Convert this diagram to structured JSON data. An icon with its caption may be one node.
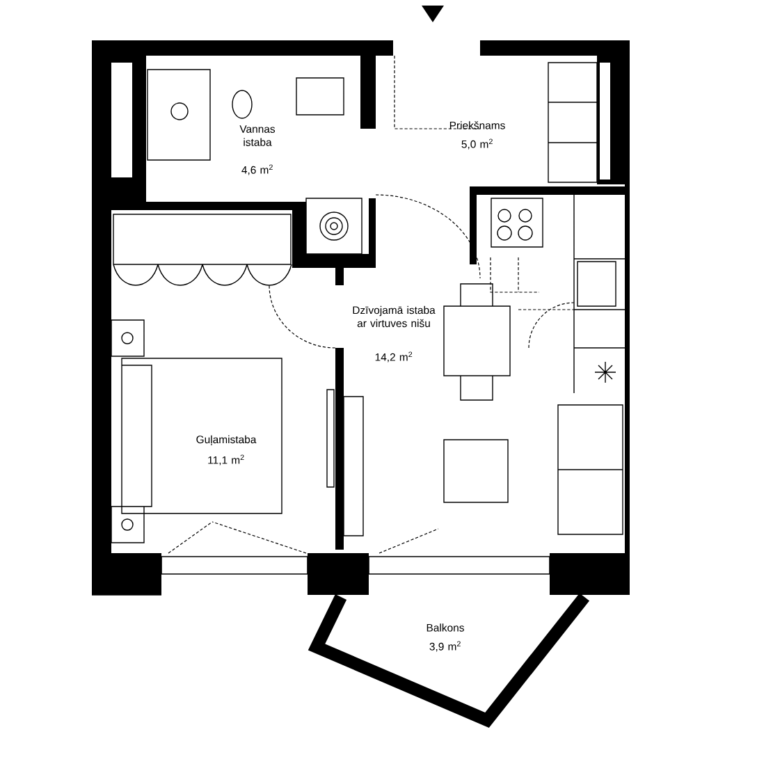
{
  "diagram": {
    "labels": [
      "Vannas istaba",
      "4,6 m$^{2}$",
      "Priekšnams",
      "5,0 m$^{2}$",
      "Dzīvojamā istaba ar virtuves nišu",
      "14,2 m$^{2}$",
      "Guļamistaba",
      "11,1 m$^{2}$",
      "Balkons",
      "3,9 m$^{2}$"
    ]
  }
}
